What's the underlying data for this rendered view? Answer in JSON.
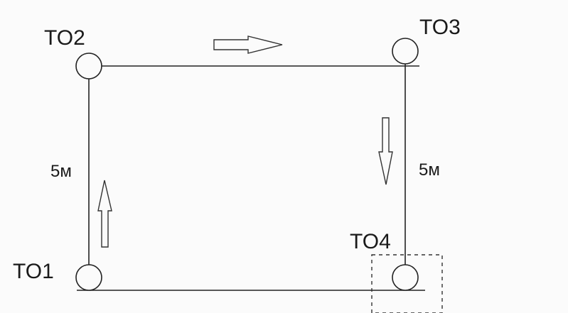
{
  "points": [
    {
      "id": "to1",
      "label": "TO1"
    },
    {
      "id": "to2",
      "label": "TO2"
    },
    {
      "id": "to3",
      "label": "TO3"
    },
    {
      "id": "to4",
      "label": "TO4"
    }
  ],
  "dimensions": {
    "left_side": "5м",
    "right_side": "5м"
  },
  "arrows": [
    {
      "id": "left",
      "direction": "up"
    },
    {
      "id": "top",
      "direction": "right"
    },
    {
      "id": "right",
      "direction": "down"
    }
  ],
  "highlight": {
    "target": "TO4",
    "style": "dashed-box"
  }
}
